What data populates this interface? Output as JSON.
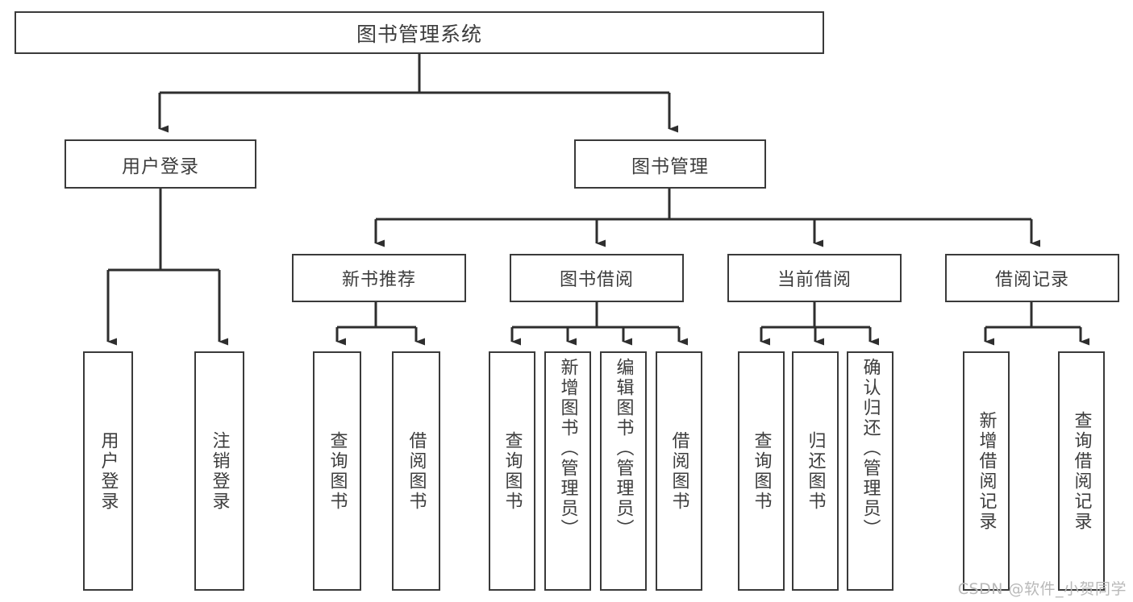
{
  "diagram": {
    "title": "图书管理系统",
    "type": "tree-hierarchy-chart",
    "root": {
      "label": "图书管理系统"
    },
    "level1": [
      {
        "label": "用户登录"
      },
      {
        "label": "图书管理"
      }
    ],
    "level2": [
      {
        "label": "新书推荐"
      },
      {
        "label": "图书借阅"
      },
      {
        "label": "当前借阅"
      },
      {
        "label": "借阅记录"
      }
    ],
    "leaves": {
      "user_login": [
        {
          "label": "用户登录"
        },
        {
          "label": "注销登录"
        }
      ],
      "new_book_recommend": [
        {
          "label": "查询图书"
        },
        {
          "label": "借阅图书"
        }
      ],
      "book_borrow": [
        {
          "label": "查询图书"
        },
        {
          "label": "新增图书（管理员）"
        },
        {
          "label": "编辑图书（管理员）"
        },
        {
          "label": "借阅图书"
        }
      ],
      "current_borrow": [
        {
          "label": "查询图书"
        },
        {
          "label": "归还图书"
        },
        {
          "label": "确认归还（管理员）"
        }
      ],
      "borrow_record": [
        {
          "label": "新增借阅记录"
        },
        {
          "label": "查询借阅记录"
        }
      ]
    }
  },
  "watermark": {
    "text": "CSDN @软件_小贺同学"
  },
  "colors": {
    "box_border": "#3a3a3a",
    "text": "#3d3d3d",
    "connector": "#2e2e2e",
    "background": "#ffffff",
    "watermark": "#b9b9b9"
  }
}
